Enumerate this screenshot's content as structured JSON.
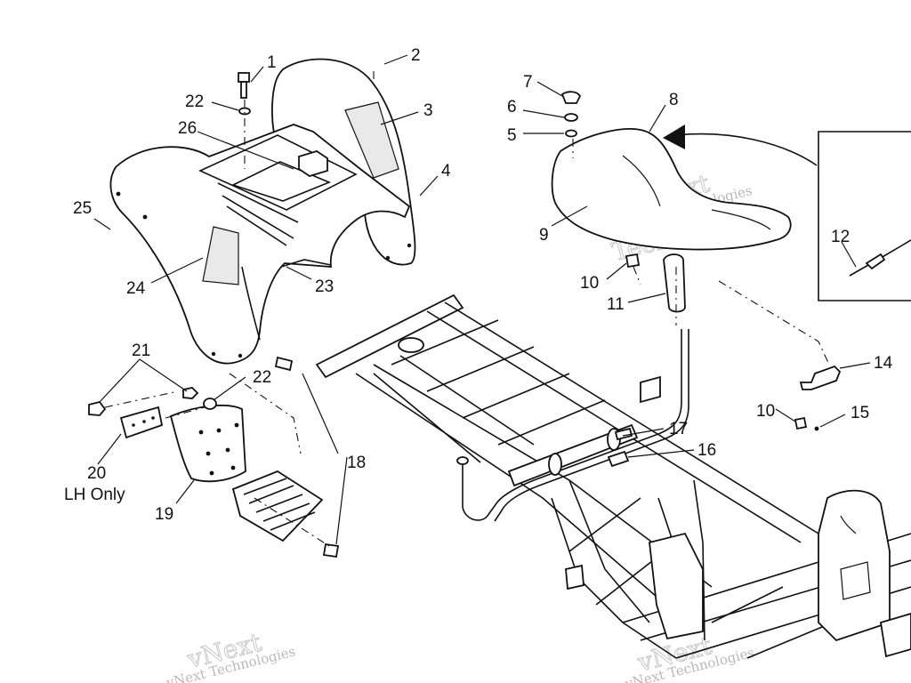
{
  "callouts": [
    {
      "id": "c1",
      "label": "1"
    },
    {
      "id": "c2",
      "label": "2"
    },
    {
      "id": "c3",
      "label": "3"
    },
    {
      "id": "c4",
      "label": "4"
    },
    {
      "id": "c5",
      "label": "5"
    },
    {
      "id": "c6",
      "label": "6"
    },
    {
      "id": "c7",
      "label": "7"
    },
    {
      "id": "c8",
      "label": "8"
    },
    {
      "id": "c9",
      "label": "9"
    },
    {
      "id": "c10a",
      "label": "10"
    },
    {
      "id": "c10b",
      "label": "10"
    },
    {
      "id": "c11",
      "label": "11"
    },
    {
      "id": "c12",
      "label": "12"
    },
    {
      "id": "c14",
      "label": "14"
    },
    {
      "id": "c15",
      "label": "15"
    },
    {
      "id": "c16",
      "label": "16"
    },
    {
      "id": "c17",
      "label": "17"
    },
    {
      "id": "c18",
      "label": "18"
    },
    {
      "id": "c19",
      "label": "19"
    },
    {
      "id": "c20",
      "label": "20"
    },
    {
      "id": "c21",
      "label": "21"
    },
    {
      "id": "c22a",
      "label": "22"
    },
    {
      "id": "c22b",
      "label": "22"
    },
    {
      "id": "c23",
      "label": "23"
    },
    {
      "id": "c24",
      "label": "24"
    },
    {
      "id": "c25",
      "label": "25"
    },
    {
      "id": "c26",
      "label": "26"
    }
  ],
  "note_lh_only": "LH Only",
  "watermark": {
    "line1": "vNext Technologies",
    "line2": "vNext",
    "line3": "Technologies"
  }
}
